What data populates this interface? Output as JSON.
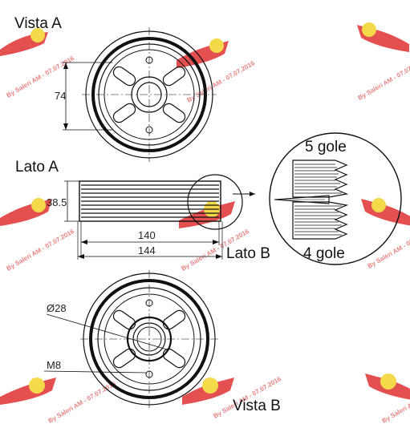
{
  "labels": {
    "vista_a": "Vista A",
    "lato_a": "Lato A",
    "lato_b": "Lato B",
    "vista_b": "Vista B",
    "gole_top": "5 gole",
    "gole_bottom": "4 gole"
  },
  "dimensions": {
    "d74": "74",
    "d38_5": "38.5",
    "d140": "140",
    "d144": "144",
    "diam28": "Ø28",
    "m8": "M8"
  },
  "watermark": {
    "text": "By Saleri AM - 07.07.2016",
    "logo_color": "#e03030",
    "badge_color": "#f2d22a"
  }
}
